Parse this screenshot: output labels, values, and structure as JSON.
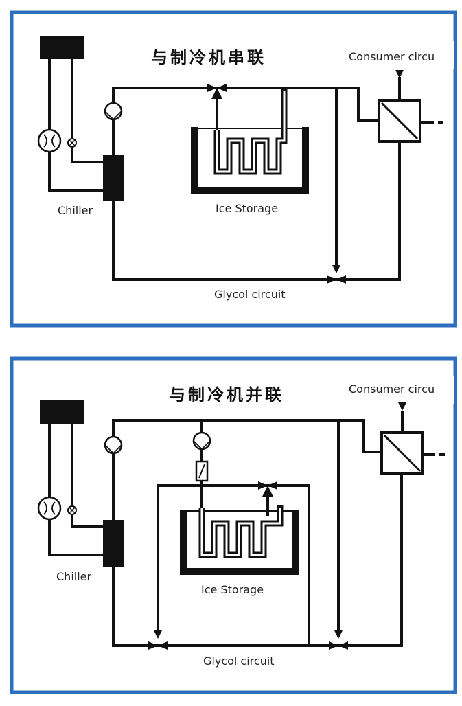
{
  "panels": [
    {
      "title": "与制冷机串联",
      "consumer_label": "Consumer circu",
      "chiller_label": "Chiller",
      "storage_label": "Ice Storage",
      "glycol_label": "Glycol circuit"
    },
    {
      "title": "与制冷机并联",
      "consumer_label": "Consumer circu",
      "chiller_label": "Chiller",
      "storage_label": "Ice Storage",
      "glycol_label": "Glycol circuit"
    }
  ],
  "colors": {
    "frame": "#2f6fbf",
    "line": "#111111",
    "background": "#ffffff"
  }
}
